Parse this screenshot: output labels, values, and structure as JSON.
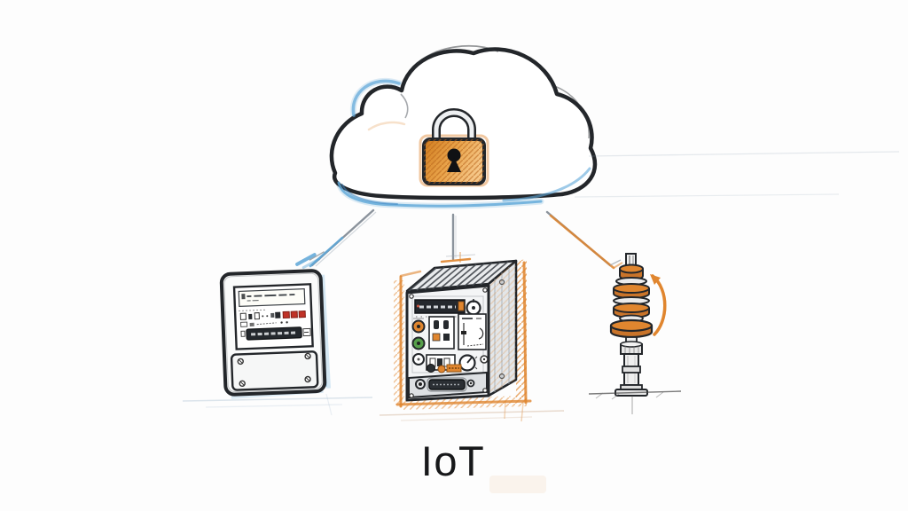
{
  "palette": {
    "ink": "#23262a",
    "blue": "#5ea7d8",
    "blue_deep": "#3f87c2",
    "orange": "#e0862f",
    "orange_deep": "#c9742a",
    "gray": "#8b939c",
    "red": "#c03227",
    "green": "#57a04b",
    "display_dark": "#24282d",
    "paper": "#fdfdfd",
    "text": "#17181a"
  },
  "diagram": {
    "caption": "IoT",
    "nodes": {
      "cloud": {
        "icon": "cloud-icon",
        "overlay": "padlock-icon"
      },
      "left_device": {
        "icon": "smart-meter-icon"
      },
      "center_device": {
        "icon": "control-unit-icon"
      },
      "right_device": {
        "icon": "antenna-icon",
        "annotation": "rotation-arrow-icon"
      }
    },
    "connections": [
      {
        "from": "cloud",
        "to": "left_device"
      },
      {
        "from": "cloud",
        "to": "center_device"
      },
      {
        "from": "cloud",
        "to": "right_device"
      }
    ]
  }
}
